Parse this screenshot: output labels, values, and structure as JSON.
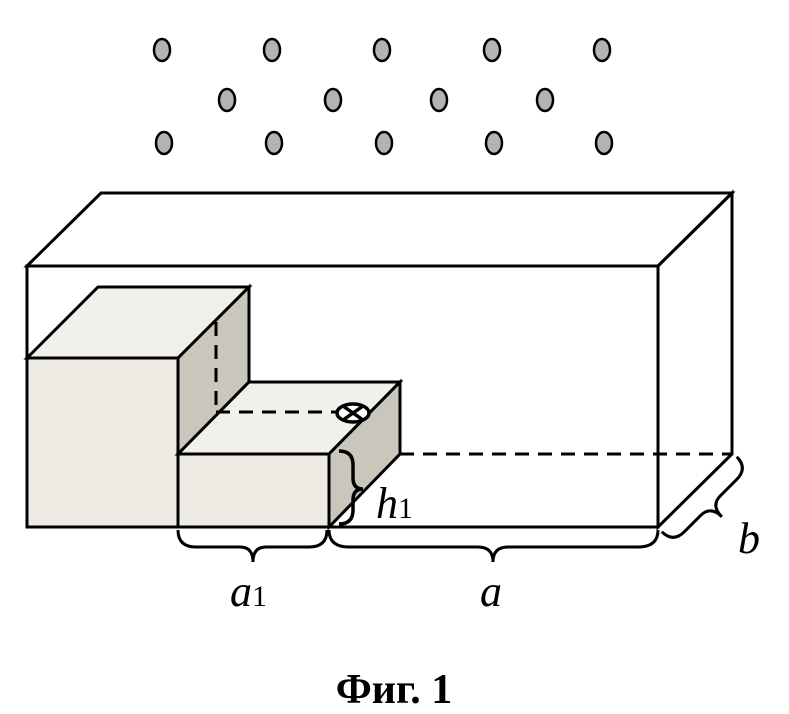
{
  "labels": {
    "a1_main": "a",
    "a1_sub": "1",
    "a": "a",
    "b": "b",
    "h1_main": "h",
    "h1_sub": "1"
  },
  "caption": "Фиг. 1",
  "colors": {
    "block_front": "#edebe3",
    "block_top": "#f2f0ea",
    "block_side": "#c9c6bc",
    "particle": "#b3b3b3",
    "stroke": "#000000",
    "background": "#ffffff"
  },
  "particles": {
    "rows": [
      5,
      4,
      5
    ]
  }
}
